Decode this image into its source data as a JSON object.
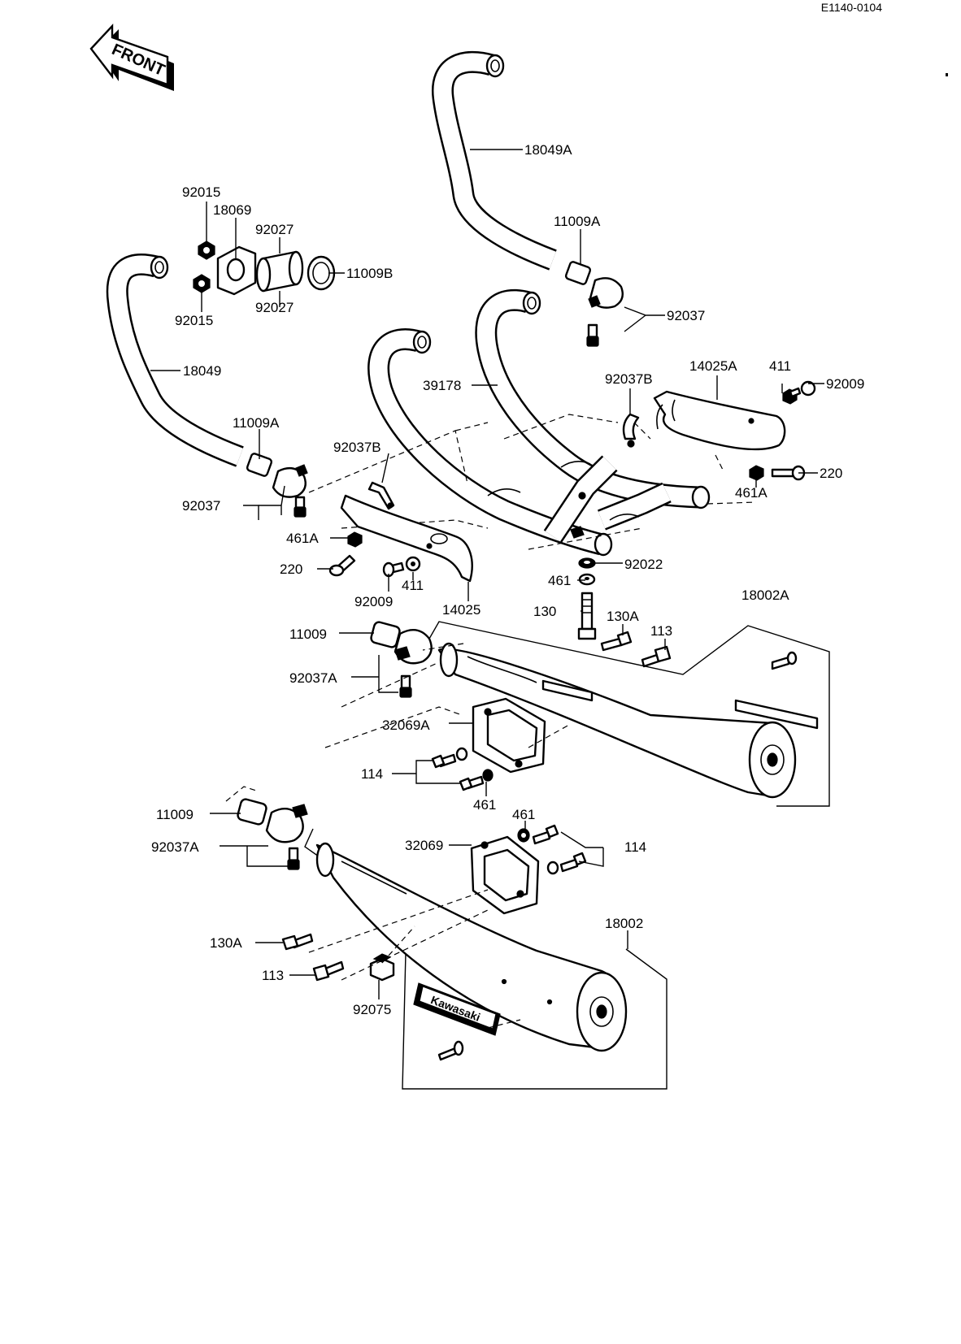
{
  "drawing_code": "E1140-0104",
  "front_label": "FRONT",
  "kawasaki_label": "Kawasaki",
  "labels": {
    "18049A": "18049A",
    "11009A_r": "11009A",
    "92037_r": "92037",
    "92015_a": "92015",
    "18069": "18069",
    "92027_a": "92027",
    "11009B": "11009B",
    "92015_b": "92015",
    "92027_b": "92027",
    "18049": "18049",
    "39178": "39178",
    "92037B_r": "92037B",
    "14025A": "14025A",
    "411_r": "411",
    "92009_r": "92009",
    "220_r": "220",
    "461A_r": "461A",
    "11009A_l": "11009A",
    "92037B_l": "92037B",
    "92037_l": "92037",
    "461A_l": "461A",
    "220_l": "220",
    "92009_l": "92009",
    "411_l": "411",
    "14025": "14025",
    "92022": "92022",
    "461_a": "461",
    "130": "130",
    "18002A": "18002A",
    "130A_a": "130A",
    "113_a": "113",
    "11009_a": "11009",
    "92037A_a": "92037A",
    "32069A": "32069A",
    "114_a": "114",
    "461_b": "461",
    "11009_b": "11009",
    "92037A_b": "92037A",
    "32069": "32069",
    "461_c": "461",
    "114_b": "114",
    "18002": "18002",
    "130A_b": "130A",
    "113_b": "113",
    "92075": "92075"
  }
}
